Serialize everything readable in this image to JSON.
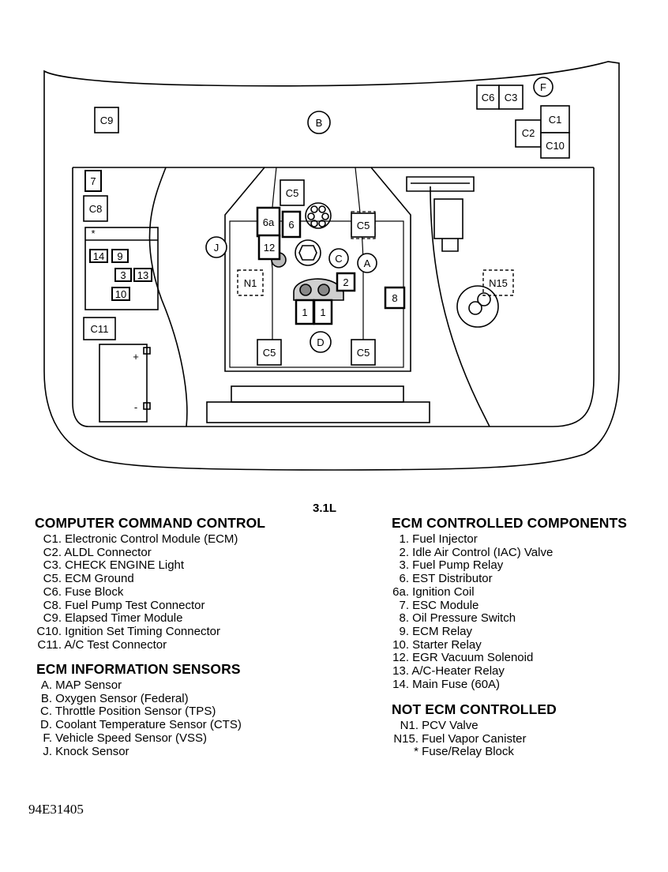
{
  "diagram": {
    "variant": "3.1L",
    "figure_id": "94E31405",
    "callouts": {
      "c9": "C9",
      "b": "B",
      "c6": "C6",
      "c3": "C3",
      "f": "F",
      "c2": "C2",
      "c1": "C1",
      "c10": "C10",
      "c7": "7",
      "c8": "C8",
      "star": "*",
      "n14": "14",
      "n9": "9",
      "n3": "3",
      "n13": "13",
      "n10": "10",
      "c11": "C11",
      "plus": "+",
      "minus": "-",
      "c5_top": "C5",
      "n6a": "6a",
      "n6": "6",
      "c5_right": "C5",
      "j": "J",
      "n12": "12",
      "c": "C",
      "a": "A",
      "n1": "N1",
      "n2": "2",
      "n8": "8",
      "n1a": "1",
      "n1b": "1",
      "c5_bl": "C5",
      "d": "D",
      "c5_br": "C5",
      "n15": "N15"
    }
  },
  "legend": {
    "computer_command_control": {
      "title": "COMPUTER COMMAND CONTROL",
      "items": [
        {
          "code": "C1.",
          "text": "Electronic Control Module (ECM)"
        },
        {
          "code": "C2.",
          "text": "ALDL Connector"
        },
        {
          "code": "C3.",
          "text": "CHECK ENGINE Light"
        },
        {
          "code": "C5.",
          "text": "ECM Ground"
        },
        {
          "code": "C6.",
          "text": "Fuse Block"
        },
        {
          "code": "C8.",
          "text": "Fuel Pump Test Connector"
        },
        {
          "code": "C9.",
          "text": "Elapsed Timer Module"
        },
        {
          "code": "C10.",
          "text": "Ignition Set Timing Connector"
        },
        {
          "code": "C11.",
          "text": "A/C Test Connector"
        }
      ]
    },
    "ecm_information_sensors": {
      "title": "ECM INFORMATION SENSORS",
      "items": [
        {
          "code": "A.",
          "text": "MAP Sensor"
        },
        {
          "code": "B.",
          "text": "Oxygen Sensor (Federal)"
        },
        {
          "code": "C.",
          "text": "Throttle Position Sensor (TPS)"
        },
        {
          "code": "D.",
          "text": "Coolant Temperature Sensor (CTS)"
        },
        {
          "code": "F.",
          "text": "Vehicle Speed Sensor (VSS)"
        },
        {
          "code": "J.",
          "text": "Knock Sensor"
        }
      ]
    },
    "ecm_controlled_components": {
      "title": "ECM CONTROLLED COMPONENTS",
      "items": [
        {
          "code": "1.",
          "text": "Fuel Injector"
        },
        {
          "code": "2.",
          "text": "Idle Air Control (IAC) Valve"
        },
        {
          "code": "3.",
          "text": "Fuel Pump Relay"
        },
        {
          "code": "6.",
          "text": "EST Distributor"
        },
        {
          "code": "6a.",
          "text": "Ignition Coil"
        },
        {
          "code": "7.",
          "text": "ESC Module"
        },
        {
          "code": "8.",
          "text": "Oil Pressure Switch"
        },
        {
          "code": "9.",
          "text": "ECM Relay"
        },
        {
          "code": "10.",
          "text": "Starter Relay"
        },
        {
          "code": "12.",
          "text": "EGR Vacuum Solenoid"
        },
        {
          "code": "13.",
          "text": "A/C-Heater Relay"
        },
        {
          "code": "14.",
          "text": "Main Fuse (60A)"
        }
      ]
    },
    "not_ecm_controlled": {
      "title": "NOT ECM CONTROLLED",
      "items": [
        {
          "code": "N1.",
          "text": "PCV Valve"
        },
        {
          "code": "N15.",
          "text": "Fuel Vapor Canister"
        },
        {
          "code": "*",
          "text": "Fuse/Relay Block"
        }
      ]
    }
  }
}
